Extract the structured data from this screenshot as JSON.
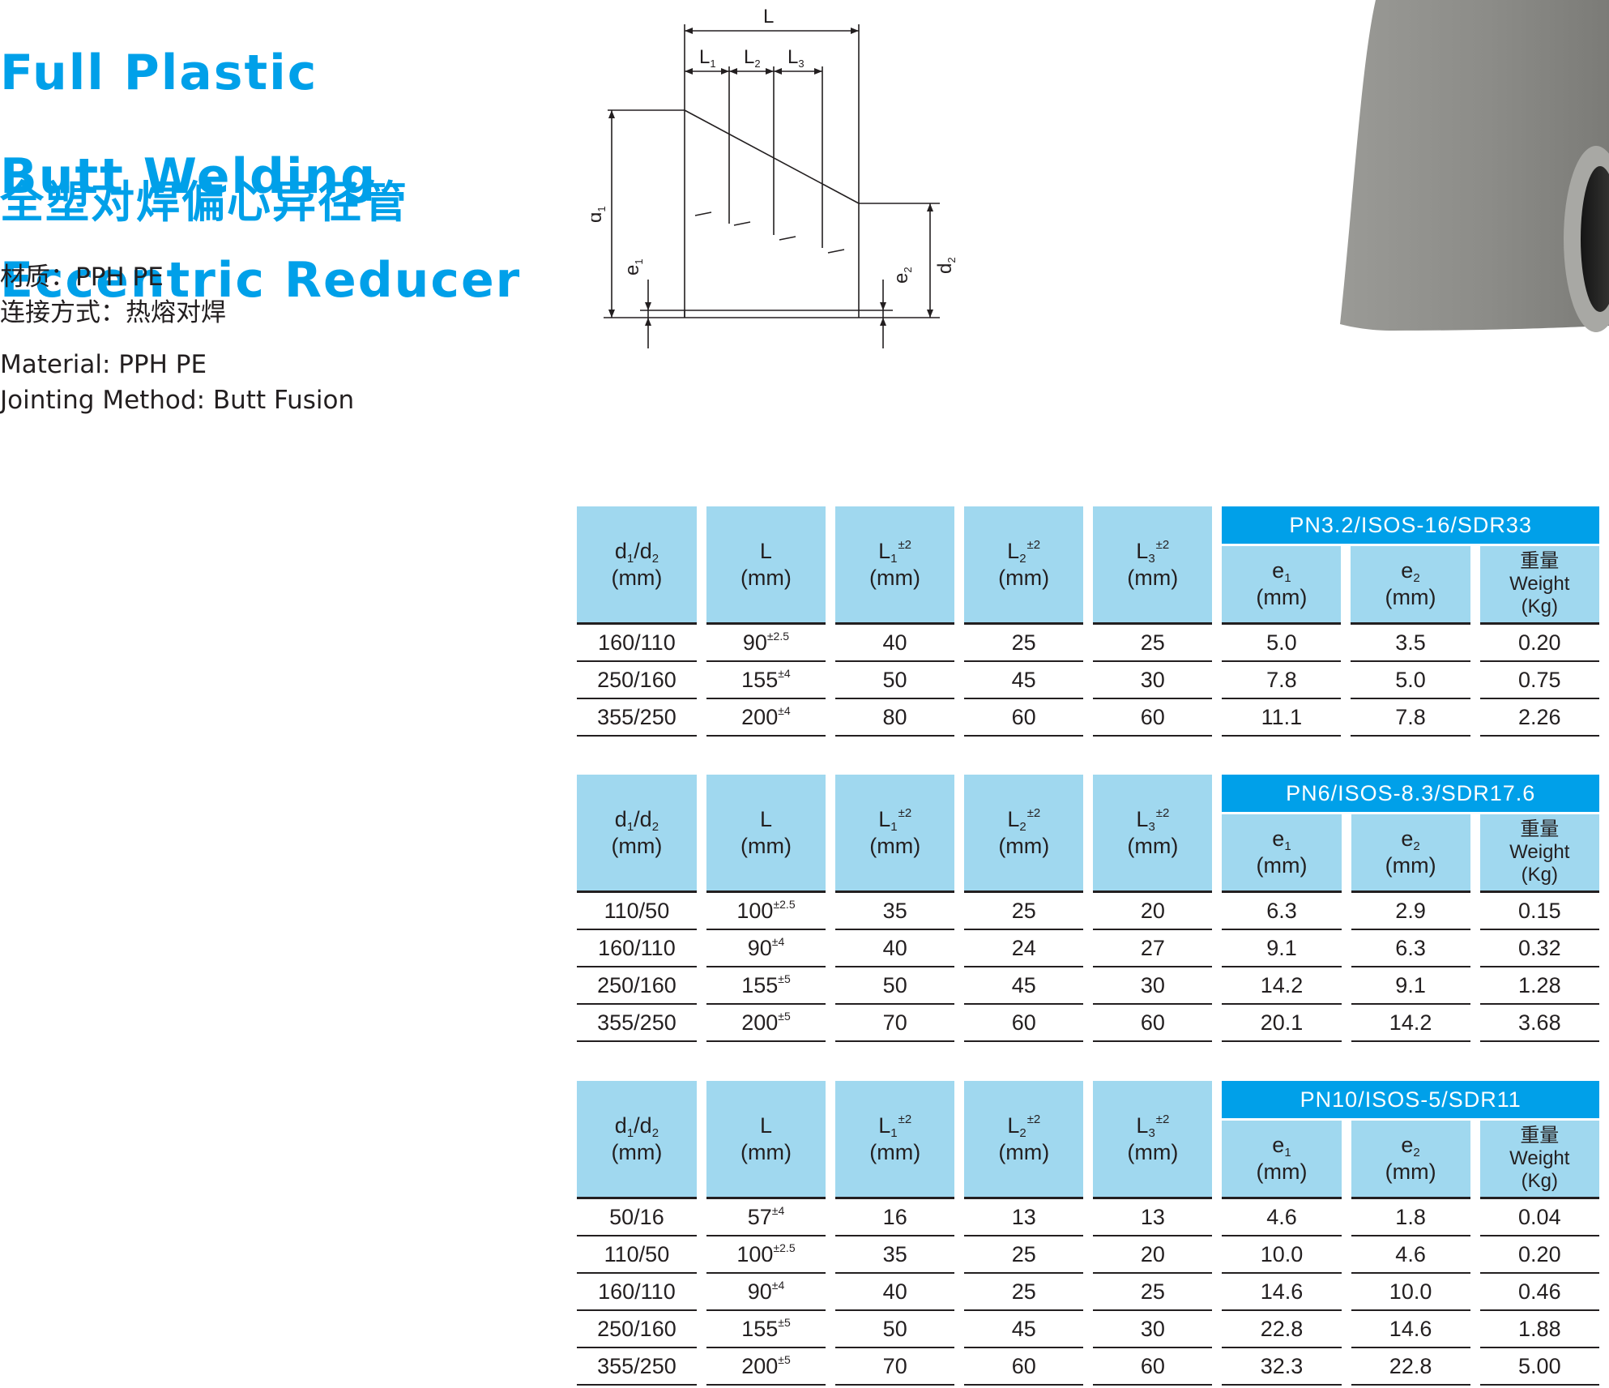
{
  "title": {
    "en_lines": [
      "Full Plastic",
      "Butt Welding",
      "Eccentric Reducer"
    ],
    "cn": "全塑对焊偏心异径管"
  },
  "spec_cn": {
    "material": "材质：PPH  PE",
    "jointing": "连接方式：热熔对焊"
  },
  "spec_en": {
    "material": "Material: PPH  PE",
    "jointing": "Jointing Method: Butt Fusion"
  },
  "drawing": {
    "labels": {
      "L": "L",
      "L1": "L",
      "L1_sub": "1",
      "L2": "L",
      "L2_sub": "2",
      "L3": "L",
      "L3_sub": "3",
      "d1": "d",
      "d1_sub": "1",
      "d2": "d",
      "d2_sub": "2",
      "e1": "e",
      "e1_sub": "1",
      "e2": "e",
      "e2_sub": "2"
    }
  },
  "headers": {
    "d_main": "d",
    "d_sub1": "1",
    "d_slash": "/d",
    "d_sub2": "2",
    "unit": "(mm)",
    "L": "L",
    "L1": "L",
    "L1_sub": "1",
    "L2": "L",
    "L2_sub": "2",
    "L3": "L",
    "L3_sub": "3",
    "tol": "±2",
    "e1": "e",
    "e1_sub": "1",
    "e2": "e",
    "e2_sub": "2",
    "weight_cn": "重量",
    "weight_en": "Weight",
    "weight_unit": "(Kg)"
  },
  "tables": [
    {
      "pn": "PN3.2/ISOS-16/SDR33",
      "rows": [
        {
          "d": "160/110",
          "L": "90",
          "Ltol": "±2.5",
          "L1": "40",
          "L2": "25",
          "L3": "25",
          "e1": "5.0",
          "e2": "3.5",
          "w": "0.20"
        },
        {
          "d": "250/160",
          "L": "155",
          "Ltol": "±4",
          "L1": "50",
          "L2": "45",
          "L3": "30",
          "e1": "7.8",
          "e2": "5.0",
          "w": "0.75"
        },
        {
          "d": "355/250",
          "L": "200",
          "Ltol": "±4",
          "L1": "80",
          "L2": "60",
          "L3": "60",
          "e1": "11.1",
          "e2": "7.8",
          "w": "2.26"
        }
      ]
    },
    {
      "pn": "PN6/ISOS-8.3/SDR17.6",
      "rows": [
        {
          "d": "110/50",
          "L": "100",
          "Ltol": "±2.5",
          "L1": "35",
          "L2": "25",
          "L3": "20",
          "e1": "6.3",
          "e2": "2.9",
          "w": "0.15"
        },
        {
          "d": "160/110",
          "L": "90",
          "Ltol": "±4",
          "L1": "40",
          "L2": "24",
          "L3": "27",
          "e1": "9.1",
          "e2": "6.3",
          "w": "0.32"
        },
        {
          "d": "250/160",
          "L": "155",
          "Ltol": "±5",
          "L1": "50",
          "L2": "45",
          "L3": "30",
          "e1": "14.2",
          "e2": "9.1",
          "w": "1.28"
        },
        {
          "d": "355/250",
          "L": "200",
          "Ltol": "±5",
          "L1": "70",
          "L2": "60",
          "L3": "60",
          "e1": "20.1",
          "e2": "14.2",
          "w": "3.68"
        }
      ]
    },
    {
      "pn": "PN10/ISOS-5/SDR11",
      "rows": [
        {
          "d": "50/16",
          "L": "57",
          "Ltol": "±4",
          "L1": "16",
          "L2": "13",
          "L3": "13",
          "e1": "4.6",
          "e2": "1.8",
          "w": "0.04"
        },
        {
          "d": "110/50",
          "L": "100",
          "Ltol": "±2.5",
          "L1": "35",
          "L2": "25",
          "L3": "20",
          "e1": "10.0",
          "e2": "4.6",
          "w": "0.20"
        },
        {
          "d": "160/110",
          "L": "90",
          "Ltol": "±4",
          "L1": "40",
          "L2": "25",
          "L3": "25",
          "e1": "14.6",
          "e2": "10.0",
          "w": "0.46"
        },
        {
          "d": "250/160",
          "L": "155",
          "Ltol": "±5",
          "L1": "50",
          "L2": "45",
          "L3": "30",
          "e1": "22.8",
          "e2": "14.6",
          "w": "1.88"
        },
        {
          "d": "355/250",
          "L": "200",
          "Ltol": "±5",
          "L1": "70",
          "L2": "60",
          "L3": "60",
          "e1": "32.3",
          "e2": "22.8",
          "w": "5.00"
        }
      ]
    }
  ],
  "colors": {
    "accent": "#00a0e9",
    "header_bg": "#a0d8ef",
    "text": "#231f20",
    "product_gray": "#8e8e8a"
  }
}
